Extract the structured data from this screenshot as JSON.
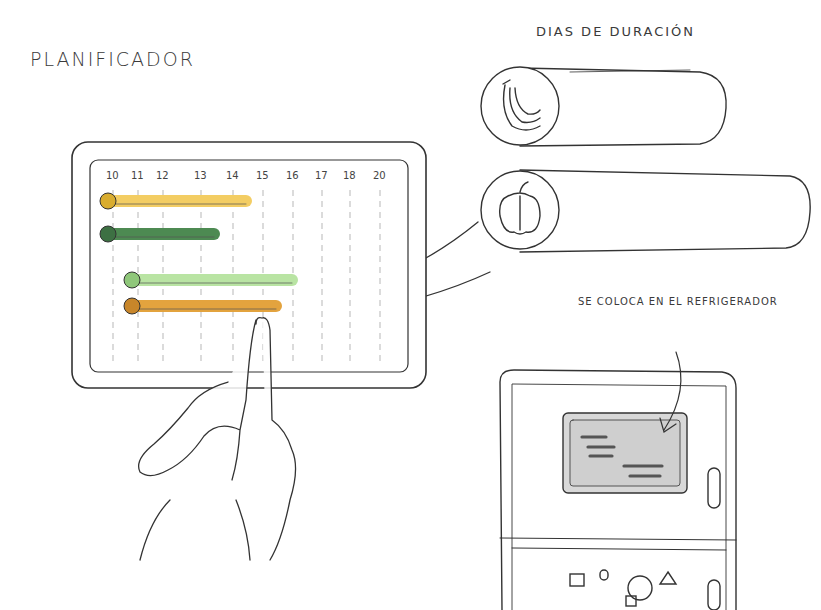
{
  "diagram": {
    "title": "PLANIFICADOR",
    "nodes": [
      {
        "text": [
          "10",
          "11",
          "12",
          "13",
          "14",
          "15",
          "16",
          "17",
          "18",
          "20"
        ]
      }
    ],
    "labels": [
      "DIAS DE DURACIÓN",
      "SE COLOCA EN EL REFRIGERADOR"
    ]
  }
}
